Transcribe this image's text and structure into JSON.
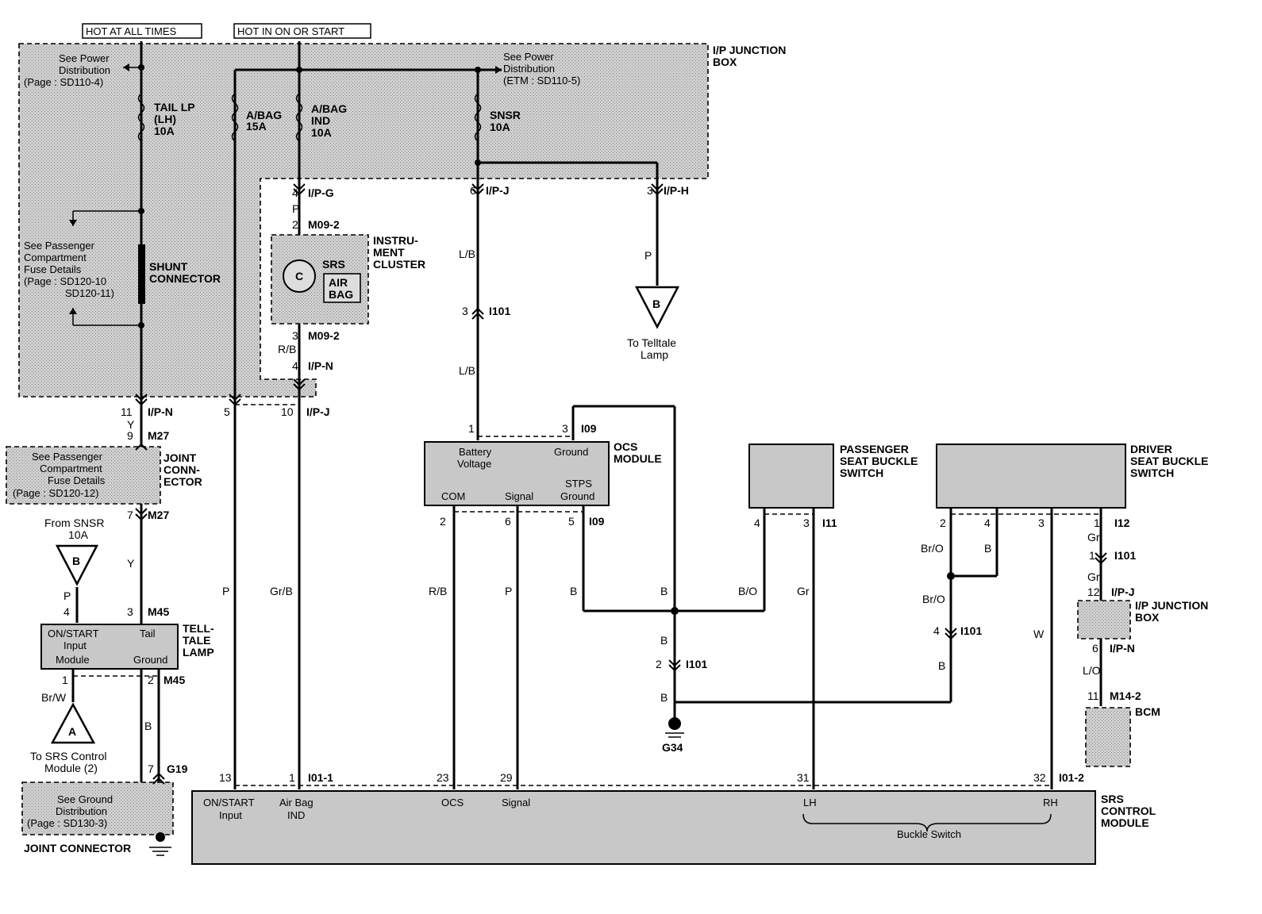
{
  "headers": {
    "hot_at_all_times": "HOT AT ALL TIMES",
    "hot_in_on_start": "HOT IN ON OR START"
  },
  "ip_junction_box": {
    "line1": "I/P JUNCTION",
    "line2": "BOX"
  },
  "power_dist_left": {
    "l1": "See Power",
    "l2": "Distribution",
    "l3": "(Page : SD110-4)"
  },
  "power_dist_right": {
    "l1": "See Power",
    "l2": "Distribution",
    "l3": "(ETM : SD110-5)"
  },
  "fuses": {
    "tail_lp": {
      "l1": "TAIL LP",
      "l2": "(LH)",
      "l3": "10A"
    },
    "abag": {
      "l1": "A/BAG",
      "l2": "15A"
    },
    "abag_ind": {
      "l1": "A/BAG",
      "l2": "IND",
      "l3": "10A"
    },
    "snsr": {
      "l1": "SNSR",
      "l2": "10A"
    }
  },
  "shunt": {
    "l1": "SHUNT",
    "l2": "CONNECTOR"
  },
  "pass_fuse_details_1": {
    "l1": "See Passenger",
    "l2": "Compartment",
    "l3": "Fuse Details",
    "l4": "(Page : SD120-10",
    "l5": "SD120-11)"
  },
  "pass_fuse_details_2": {
    "l1": "See Passenger",
    "l2": "Compartment",
    "l3": "Fuse Details",
    "l4": "(Page : SD120-12)"
  },
  "joint_connector_mid": {
    "l1": "JOINT",
    "l2": "CONN-",
    "l3": "ECTOR"
  },
  "instrument_cluster": {
    "l1": "INSTRU-",
    "l2": "MENT",
    "l3": "CLUSTER",
    "srs": "SRS",
    "air": "AIR",
    "bag": "BAG",
    "c": "C"
  },
  "telltale_ref": {
    "from1": "From SNSR",
    "from2": "10A",
    "to1": "To Telltale",
    "to2": "Lamp",
    "letter": "B"
  },
  "srs_ref": {
    "to1": "To SRS Control",
    "to2": "Module (2)",
    "letter": "A"
  },
  "telltale_lamp": {
    "l1": "TELL-",
    "l2": "TALE",
    "l3": "LAMP",
    "on_start": "ON/START",
    "input": "Input",
    "module": "Module",
    "tail": "Tail",
    "ground": "Ground"
  },
  "ground_dist": {
    "l1": "See Ground",
    "l2": "Distribution",
    "l3": "(Page : SD130-3)",
    "jc": "JOINT CONNECTOR"
  },
  "ocs_module": {
    "l1": "OCS",
    "l2": "MODULE",
    "battery": "Battery",
    "voltage": "Voltage",
    "ground": "Ground",
    "stps": "STPS",
    "stps_ground": "Ground",
    "com": "COM",
    "signal": "Signal"
  },
  "pass_seat": {
    "l1": "PASSENGER",
    "l2": "SEAT BUCKLE",
    "l3": "SWITCH"
  },
  "driver_seat": {
    "l1": "DRIVER",
    "l2": "SEAT BUCKLE",
    "l3": "SWITCH"
  },
  "ip_junction_box_2": {
    "l1": "I/P JUNCTION",
    "l2": "BOX"
  },
  "bcm": "BCM",
  "g34": "G34",
  "srs_control": {
    "l1": "SRS",
    "l2": "CONTROL",
    "l3": "MODULE",
    "on_start": "ON/START",
    "input": "Input",
    "airbag": "Air Bag",
    "ind": "IND",
    "ocs": "OCS",
    "signal": "Signal",
    "lh": "LH",
    "rh": "RH",
    "buckle": "Buckle Switch"
  },
  "connectors": {
    "ipg": "I/P-G",
    "ipj": "I/P-J",
    "iph": "I/P-H",
    "ipn": "I/P-N",
    "m092": "M09-2",
    "i101": "I101",
    "m27": "M27",
    "m45": "M45",
    "g19": "G19",
    "i09": "I09",
    "i11": "I11",
    "i12": "I12",
    "m142": "M14-2",
    "i1011": "I01-1",
    "i1012": "I01-2"
  },
  "wires": {
    "p": "P",
    "lb": "L/B",
    "rb": "R/B",
    "y": "Y",
    "grb": "Gr/B",
    "b": "B",
    "bo": "B/O",
    "gr": "Gr",
    "bro": "Br/O",
    "w": "W",
    "lo": "L/O",
    "brw": "Br/W"
  },
  "pins": {
    "p1": "1",
    "p2": "2",
    "p3": "3",
    "p4": "4",
    "p5": "5",
    "p6": "6",
    "p7": "7",
    "p9": "9",
    "p10": "10",
    "p11": "11",
    "p12": "12",
    "p13": "13",
    "p23": "23",
    "p29": "29",
    "p31": "31",
    "p32": "32"
  }
}
